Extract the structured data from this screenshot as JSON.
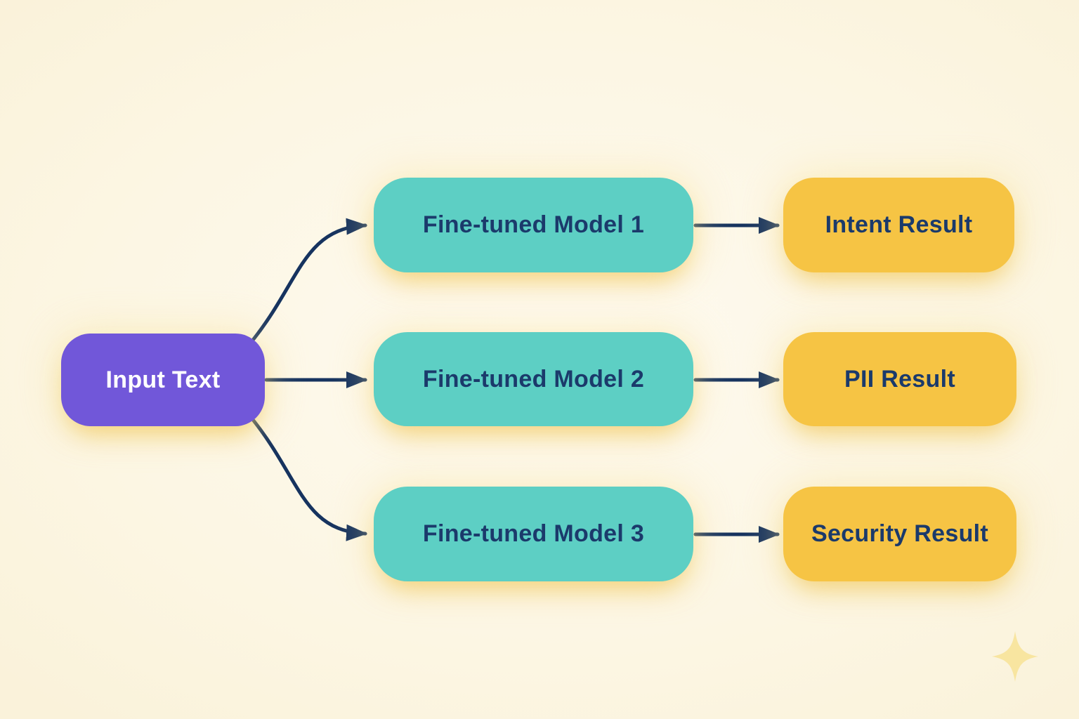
{
  "diagram": {
    "input": {
      "label": "Input Text"
    },
    "models": [
      {
        "label": "Fine-tuned Model 1"
      },
      {
        "label": "Fine-tuned Model 2"
      },
      {
        "label": "Fine-tuned Model 3"
      }
    ],
    "results": [
      {
        "label": "Intent Result"
      },
      {
        "label": "PII Result"
      },
      {
        "label": "Security Result"
      }
    ],
    "connections": [
      {
        "from": "input",
        "to": "model-1"
      },
      {
        "from": "input",
        "to": "model-2"
      },
      {
        "from": "input",
        "to": "model-3"
      },
      {
        "from": "model-1",
        "to": "result-1"
      },
      {
        "from": "model-2",
        "to": "result-2"
      },
      {
        "from": "model-3",
        "to": "result-3"
      }
    ]
  },
  "icons": {
    "sparkle": "four-pointed-sparkle"
  },
  "colors": {
    "background": "#FCF6E3",
    "input_node": "#7157D9",
    "model_node": "#5DCFC4",
    "result_node": "#F6C444",
    "text_dark": "#1B3A6B",
    "text_light": "#FFFFFF",
    "arrow": "#16335F",
    "sparkle": "#F8E5A0"
  }
}
